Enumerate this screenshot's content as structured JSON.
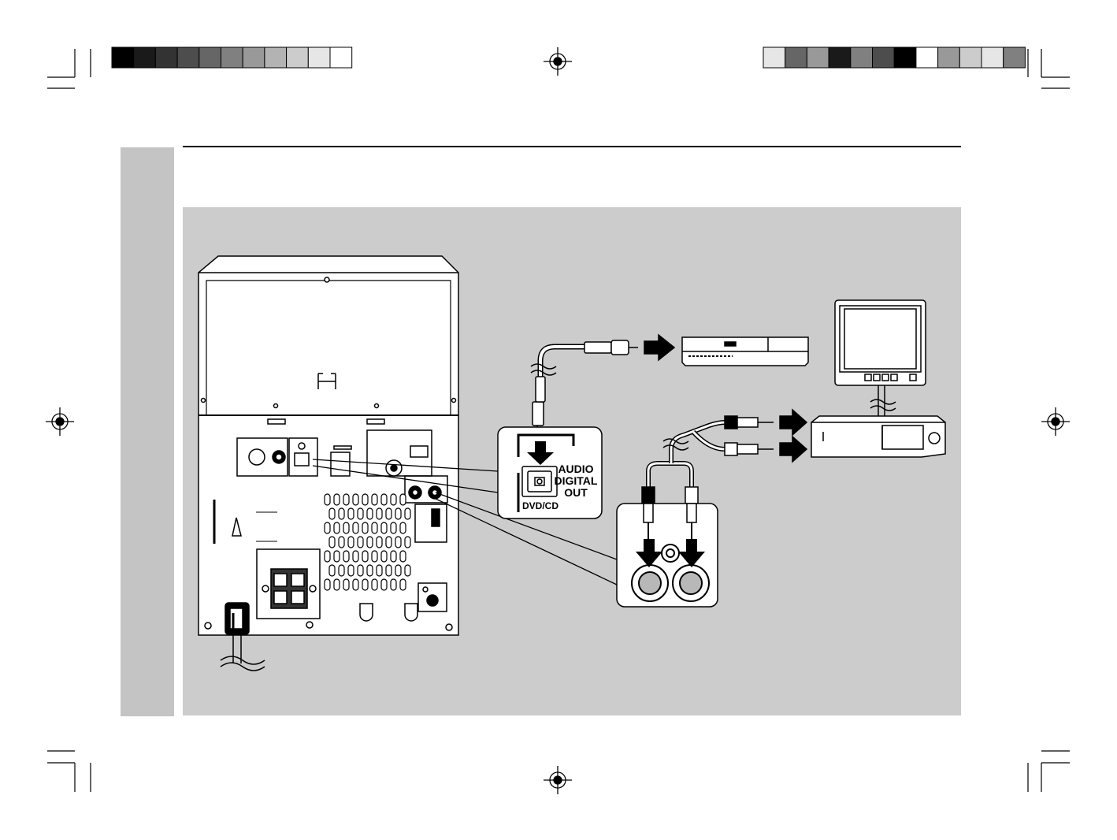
{
  "callouts": {
    "optical": {
      "label_line1": "AUDIO",
      "label_line2": "DIGITAL",
      "label_line3": "OUT",
      "jack_label": "DVD/CD"
    }
  },
  "colors": {
    "page": "#ffffff",
    "diagram_panel": "#cccccc",
    "side_tab": "#c4c4c4",
    "line": "#000000",
    "device_fill": "#ffffff",
    "jack_gray": "#b8b8b8"
  },
  "registration": {
    "left_bar_grays": [
      "#000000",
      "#1a1a1a",
      "#333333",
      "#4d4d4d",
      "#666666",
      "#808080",
      "#999999",
      "#b3b3b3",
      "#cccccc",
      "#e6e6e6",
      "#ffffff"
    ],
    "right_bar_grays": [
      "#e6e6e6",
      "#666666",
      "#999999",
      "#1a1a1a",
      "#808080",
      "#4d4d4d",
      "#000000",
      "#ffffff",
      "#999999",
      "#cccccc",
      "#e6e6e6",
      "#808080"
    ]
  },
  "icons": [
    "crosshair-icon",
    "arrow-icon",
    "optical-jack-icon",
    "rca-jack-icon",
    "power-cord-icon"
  ]
}
